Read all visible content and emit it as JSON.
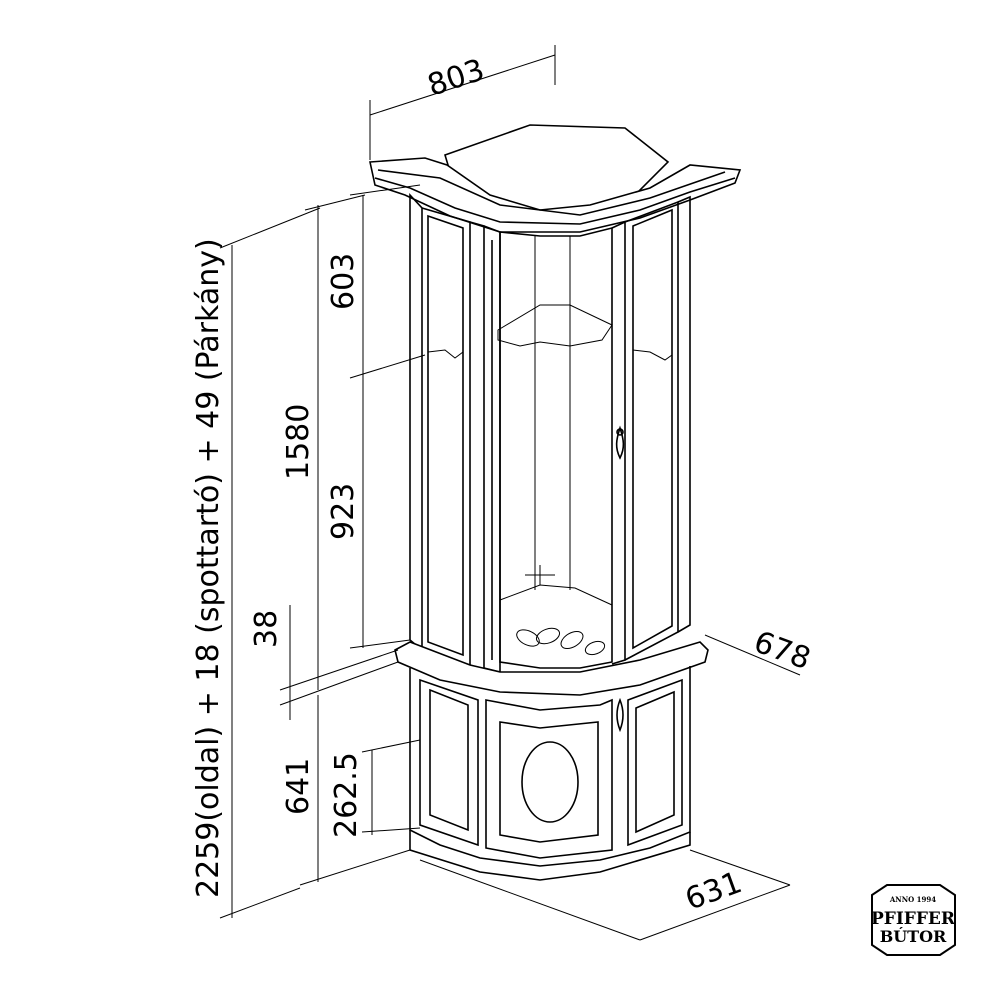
{
  "dimensions": {
    "top_width": "803",
    "height_upper": "603",
    "height_glass": "1580",
    "height_mid": "923",
    "height_ledge": "38",
    "height_base": "641",
    "height_door_inset": "262.5",
    "depth": "678",
    "bottom_width": "631",
    "total_height": "2259(oldal) + 18 (spottartó) + 49 (Párkány)"
  },
  "logo": {
    "anno": "ANNO 1994",
    "line1": "PFIFFER",
    "line2": "BÚTOR"
  }
}
